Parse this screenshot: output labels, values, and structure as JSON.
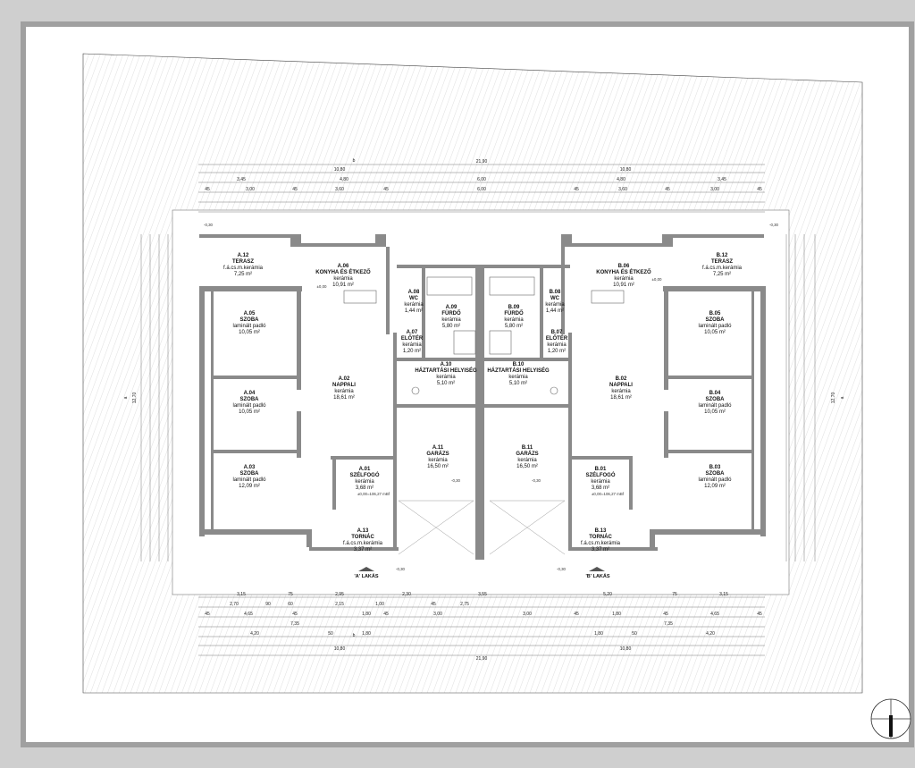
{
  "rooms_a": [
    {
      "id": "A.12",
      "name": "TERASZ",
      "floor": "f.á.cs.m.kerámia",
      "area": "7,25 m²"
    },
    {
      "id": "A.06",
      "name": "KONYHA ÉS ÉTKEZŐ",
      "floor": "kerámia",
      "area": "10,91 m²"
    },
    {
      "id": "A.08",
      "name": "WC",
      "floor": "kerámia",
      "area": "1,44 m²"
    },
    {
      "id": "A.09",
      "name": "FÜRDŐ",
      "floor": "kerámia",
      "area": "5,80 m²"
    },
    {
      "id": "A.05",
      "name": "SZOBA",
      "floor": "laminált padló",
      "area": "10,05 m²"
    },
    {
      "id": "A.07",
      "name": "ELŐTÉR",
      "floor": "kerámia",
      "area": "1,20 m²"
    },
    {
      "id": "A.10",
      "name": "HÁZTARTÁSI HELYISÉG",
      "floor": "kerámia",
      "area": "5,10 m²"
    },
    {
      "id": "A.02",
      "name": "NAPPALI",
      "floor": "kerámia",
      "area": "18,61 m²"
    },
    {
      "id": "A.04",
      "name": "SZOBA",
      "floor": "laminált padló",
      "area": "10,05 m²"
    },
    {
      "id": "A.11",
      "name": "GARÁZS",
      "floor": "kerámia",
      "area": "16,50 m²"
    },
    {
      "id": "A.03",
      "name": "SZOBA",
      "floor": "laminált padló",
      "area": "12,09 m²"
    },
    {
      "id": "A.01",
      "name": "SZÉLFOGÓ",
      "floor": "kerámia",
      "area": "3,68 m²"
    },
    {
      "id": "A.13",
      "name": "TORNÁC",
      "floor": "f.á.cs.m.kerámia",
      "area": "3,37 m²"
    }
  ],
  "rooms_b": [
    {
      "id": "B.12",
      "name": "TERASZ",
      "floor": "f.á.cs.m.kerámia",
      "area": "7,25 m²"
    },
    {
      "id": "B.06",
      "name": "KONYHA ÉS ÉTKEZŐ",
      "floor": "kerámia",
      "area": "10,91 m²"
    },
    {
      "id": "B.08",
      "name": "WC",
      "floor": "kerámia",
      "area": "1,44 m²"
    },
    {
      "id": "B.09",
      "name": "FÜRDŐ",
      "floor": "kerámia",
      "area": "5,80 m²"
    },
    {
      "id": "B.05",
      "name": "SZOBA",
      "floor": "laminált padló",
      "area": "10,05 m²"
    },
    {
      "id": "B.07",
      "name": "ELŐTÉR",
      "floor": "kerámia",
      "area": "1,20 m²"
    },
    {
      "id": "B.10",
      "name": "HÁZTARTÁSI HELYISÉG",
      "floor": "kerámia",
      "area": "5,10 m²"
    },
    {
      "id": "B.02",
      "name": "NAPPALI",
      "floor": "kerámia",
      "area": "18,61 m²"
    },
    {
      "id": "B.04",
      "name": "SZOBA",
      "floor": "laminált padló",
      "area": "10,05 m²"
    },
    {
      "id": "B.11",
      "name": "GARÁZS",
      "floor": "kerámia",
      "area": "16,50 m²"
    },
    {
      "id": "B.03",
      "name": "SZOBA",
      "floor": "laminált padló",
      "area": "12,09 m²"
    },
    {
      "id": "B.01",
      "name": "SZÉLFOGÓ",
      "floor": "kerámia",
      "area": "3,68 m²"
    },
    {
      "id": "B.13",
      "name": "TORNÁC",
      "floor": "f.á.cs.m.kerámia",
      "area": "3,37 m²"
    }
  ],
  "unit_labels": {
    "a": "'A' LAKÁS",
    "b": "'B' LAKÁS"
  },
  "levels": {
    "terrace": "-0,30",
    "entry": "±0,00=106,27 mBf",
    "kitchen": "±0,00",
    "garage": "-0,30",
    "porch": "-0,30"
  },
  "dims": {
    "total": "21,90",
    "half": "10,80",
    "top_row": [
      "3,45",
      "4,80",
      "6,00",
      "4,80",
      "3,45"
    ],
    "top_row2": [
      "45",
      "3,00",
      "45",
      "3,60",
      "45",
      "6,00",
      "45",
      "3,60",
      "45",
      "3,00",
      "45"
    ],
    "bottom_row1": [
      "3,15",
      "75",
      "2,95",
      "2,30",
      "3,55",
      "5,20",
      "75",
      "3,15"
    ],
    "bottom_row2": [
      "2,70",
      "90",
      "60",
      "2,15",
      "1,00",
      "45",
      "2,75"
    ],
    "bottom_row3": [
      "45",
      "4,65",
      "45",
      "1,80",
      "45",
      "3,00",
      "3,00",
      "45",
      "1,80",
      "45",
      "4,65",
      "45"
    ],
    "bottom_row4": [
      "7,35",
      "7,35"
    ],
    "bottom_row5": [
      "4,20",
      "50",
      "1,80",
      "1,80",
      "50",
      "4,20"
    ],
    "side_total": "12,70",
    "side_marker": "a",
    "section_marker": "b"
  },
  "colors": {
    "wall": "#8a8a8a",
    "line": "#555555",
    "hatch": "#bdbdbd",
    "paper": "#ffffff",
    "frame": "#9e9e9e"
  }
}
